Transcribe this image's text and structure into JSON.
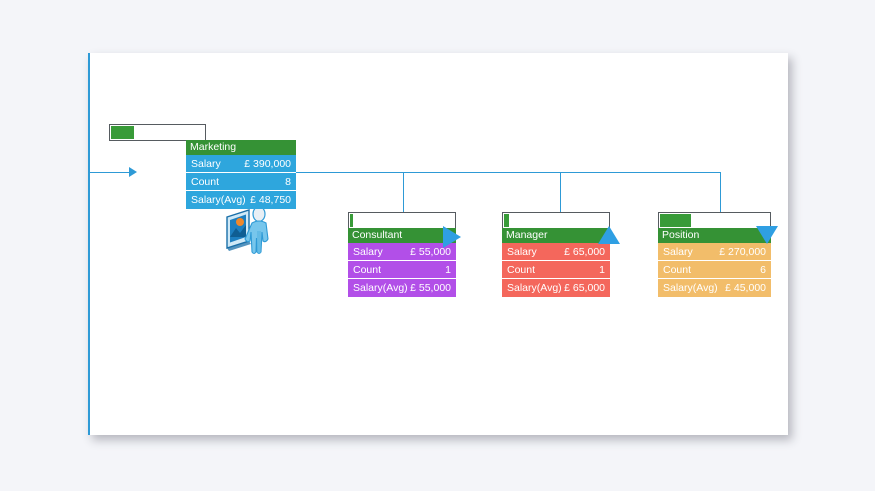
{
  "theme": {
    "page_background": "#f4f5f9",
    "canvas_background": "#ffffff",
    "connector_color": "#2e9ad6",
    "header_green": "#359235",
    "progress_fill_green": "#389b38",
    "marker_blue": "#2f9fe3"
  },
  "diagram": {
    "root": {
      "title": "Marketing",
      "color": "#2ea6dd",
      "progress_percent": 25,
      "marker": "none",
      "icon": "person-picture-icon",
      "rows": [
        {
          "key": "Salary",
          "value": "£ 390,000"
        },
        {
          "key": "Count",
          "value": "8"
        },
        {
          "key": "Salary(Avg)",
          "value": "£ 48,750"
        }
      ]
    },
    "children": [
      {
        "title": "Consultant",
        "color": "#b24fe8",
        "progress_percent": 3,
        "marker": "triangle-right",
        "rows": [
          {
            "key": "Salary",
            "value": "£ 55,000"
          },
          {
            "key": "Count",
            "value": "1"
          },
          {
            "key": "Salary(Avg)",
            "value": "£ 55,000"
          }
        ]
      },
      {
        "title": "Manager",
        "color": "#f4675c",
        "progress_percent": 5,
        "marker": "triangle-up",
        "rows": [
          {
            "key": "Salary",
            "value": "£ 65,000"
          },
          {
            "key": "Count",
            "value": "1"
          },
          {
            "key": "Salary(Avg)",
            "value": "£ 65,000"
          }
        ]
      },
      {
        "title": "Position",
        "color": "#f2bd6a",
        "progress_percent": 28,
        "marker": "triangle-down",
        "rows": [
          {
            "key": "Salary",
            "value": "£ 270,000"
          },
          {
            "key": "Count",
            "value": "6"
          },
          {
            "key": "Salary(Avg)",
            "value": "£ 45,000"
          }
        ]
      }
    ]
  }
}
